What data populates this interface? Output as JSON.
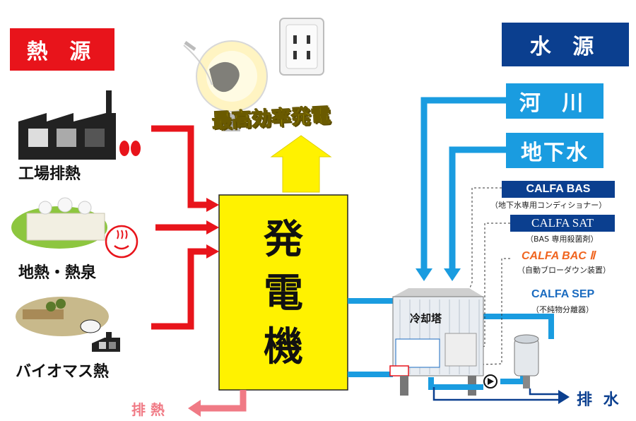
{
  "heat_source": {
    "title": "熱 源",
    "items": [
      {
        "label": "工場排熱"
      },
      {
        "label": "地熱・熱泉"
      },
      {
        "label": "バイオマス熱"
      }
    ]
  },
  "water_source": {
    "title": "水 源",
    "items": [
      {
        "label": "河 川"
      },
      {
        "label": "地下水"
      }
    ]
  },
  "generator": {
    "label": "発電機"
  },
  "efficiency": {
    "label": "最高効率発電"
  },
  "exhaust_heat": {
    "label": "排 熱"
  },
  "cooling_tower": {
    "label": "冷却塔"
  },
  "drain": {
    "label": "排 水"
  },
  "products": [
    {
      "name": "CALFA BAS",
      "desc": "（地下水専用コンディショナー）"
    },
    {
      "name": "CALFA SAT",
      "desc": "（BAS 専用殺菌剤）"
    },
    {
      "name": "CALFA BAC Ⅱ",
      "desc": "（自動ブローダウン装置）"
    },
    {
      "name": "CALFA SEP",
      "desc": "（不純物分離器）"
    }
  ],
  "colors": {
    "heat_red": "#e8141b",
    "water_blue": "#1a9ce0",
    "navy": "#0b3f8f",
    "generator_yellow": "#fff200",
    "orange": "#f0641e",
    "pink": "#f07a85"
  }
}
